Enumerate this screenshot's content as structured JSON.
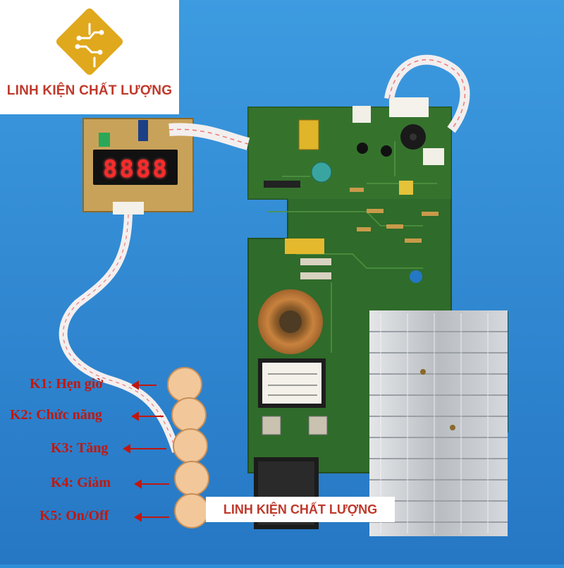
{
  "brand": {
    "text": "LINH KIỆN CHẤT LƯỢNG",
    "accent_color": "#c0392b",
    "logo_color": "#e0a81c"
  },
  "display": {
    "digits": "8888"
  },
  "keys": [
    {
      "id": "K1",
      "label": "K1: Hẹn giờ"
    },
    {
      "id": "K2",
      "label": "K2: Chức năng"
    },
    {
      "id": "K3",
      "label": "K3: Tăng"
    },
    {
      "id": "K4",
      "label": "K4: Giảm"
    },
    {
      "id": "K5",
      "label": "K5: On/Off"
    }
  ],
  "watermark": {
    "text": "LINH KIỆN CHẤT LƯỢNG"
  },
  "colors": {
    "background": "#2e8fd8",
    "board": "#2f6b2a",
    "display_board": "#c9a25a",
    "heatsink": "#c9ccd0",
    "label_red": "#c0180f"
  }
}
